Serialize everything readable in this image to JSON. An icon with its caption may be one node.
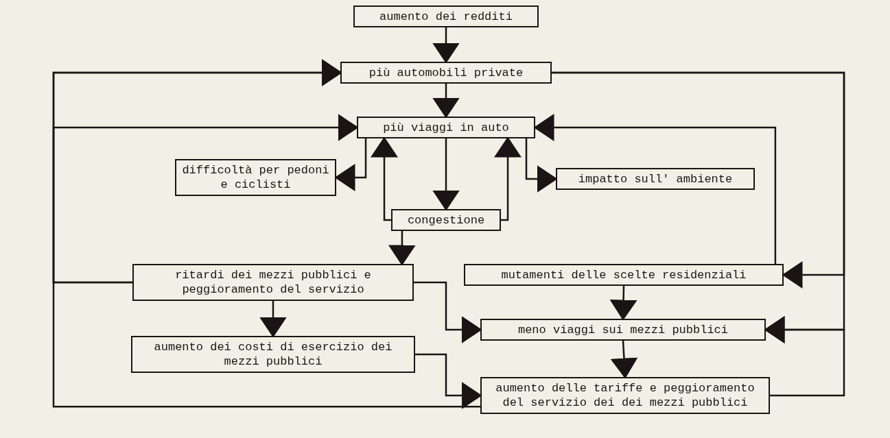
{
  "diagram": {
    "nodes": [
      {
        "text": [
          "aumento dei redditi"
        ]
      },
      {
        "text": [
          "più automobili private"
        ]
      },
      {
        "text": [
          "più viaggi in auto"
        ]
      },
      {
        "text": [
          "difficoltà per pedoni e ciclisti"
        ]
      },
      {
        "text": [
          "impatto sull' ambiente"
        ]
      },
      {
        "text": [
          "congestione"
        ]
      },
      {
        "text": [
          "ritardi dei mezzi pubblici e peggioramento del servizio"
        ]
      },
      {
        "text": [
          "mutamenti delle scelte residenziali"
        ]
      },
      {
        "text": [
          "aumento dei costi di esercizio dei mezzi pubblici"
        ]
      },
      {
        "text": [
          "meno viaggi sui mezzi pubblici"
        ]
      },
      {
        "text": [
          "aumento delle tariffe e peggioramento del servizio dei dei mezzi pubblici"
        ]
      }
    ],
    "edges": [
      {
        "from": 0,
        "to": 1,
        "arrow": "to"
      },
      {
        "from": 1,
        "to": 2,
        "arrow": "to"
      },
      {
        "from": 2,
        "to": 5,
        "arrow": "to"
      },
      {
        "from": 5,
        "to": 6,
        "arrow": "to"
      },
      {
        "from": 6,
        "to": 8,
        "arrow": "to"
      },
      {
        "from": 7,
        "to": 9,
        "arrow": "to"
      },
      {
        "from": 9,
        "to": 10,
        "arrow": "to"
      },
      {
        "from": 2,
        "to": 3,
        "arrow": "to"
      },
      {
        "from": 2,
        "to": 4,
        "arrow": "to"
      },
      {
        "from": 5,
        "to": 2,
        "arrow": "to"
      },
      {
        "from": 5,
        "to": 2,
        "arrow": "to"
      },
      {
        "from": 6,
        "to": 9,
        "arrow": "to"
      },
      {
        "from": 8,
        "to": 10,
        "arrow": "to"
      },
      {
        "from": 6,
        "to": 1,
        "arrow": "to"
      },
      {
        "from": 6,
        "to": 2,
        "arrow": "to"
      },
      {
        "from": 10,
        "to": 1,
        "arrow": "to"
      },
      {
        "from": 1,
        "to": 7,
        "arrow": "to"
      },
      {
        "from": 1,
        "to": 9,
        "arrow": "to"
      },
      {
        "from": 10,
        "to": 9,
        "arrow": "to"
      },
      {
        "from": 7,
        "to": 2,
        "arrow": "to"
      }
    ]
  }
}
